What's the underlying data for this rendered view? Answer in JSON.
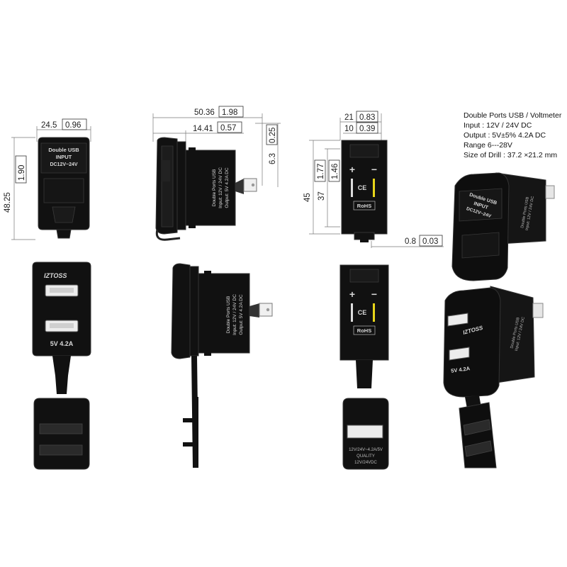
{
  "specs": {
    "title": "Double Ports USB / Voltmeter",
    "input": "Input : 12V / 24V DC",
    "output": "Output : 5V±5%  4.2A DC",
    "range": "Range   6---28V",
    "drill": "Size of Drill : 37.2 ×21.2 mm"
  },
  "dimensions": {
    "front_width": {
      "mm": "24.5",
      "inch": "0.96"
    },
    "front_height": {
      "mm": "48.25",
      "inch": "1.90"
    },
    "side_depth": {
      "mm": "50.36",
      "inch": "1.98"
    },
    "side_bezel": {
      "mm": "14.41",
      "inch": "0.57"
    },
    "terminal": {
      "mm": "6.3",
      "inch": "0.25"
    },
    "rear_width": {
      "mm": "21",
      "inch": "0.83"
    },
    "rear_inner": {
      "mm": "10",
      "inch": "0.39"
    },
    "rear_height": {
      "mm": "45",
      "inch": "1.77"
    },
    "rear_inner_height": {
      "mm": "37",
      "inch": "1.46"
    },
    "clip": {
      "mm": "0.8",
      "inch": "0.03"
    }
  },
  "product_text": {
    "cover_line1": "Double USB",
    "cover_line2": "INPUT",
    "cover_line3": "DC12V~24V",
    "brand": "IZTOSS",
    "output_label": "5V  4.2A",
    "side_line1": "Double Ports USB",
    "side_line2": "Input:  12V / 24V DC",
    "side_line3": "Output:  5V  4.2A DC",
    "plus": "+",
    "minus": "−",
    "ce": "CE",
    "rohs": "RoHS",
    "cap_line1": "12V/24V~4.2A/5V",
    "cap_line2": "QUALITY",
    "cap_line3": "12V/24VDC"
  },
  "colors": {
    "body": "#111111",
    "outline": "#333333",
    "positive_wire": "#dddddd",
    "negative_wire": "#e8d51a"
  }
}
